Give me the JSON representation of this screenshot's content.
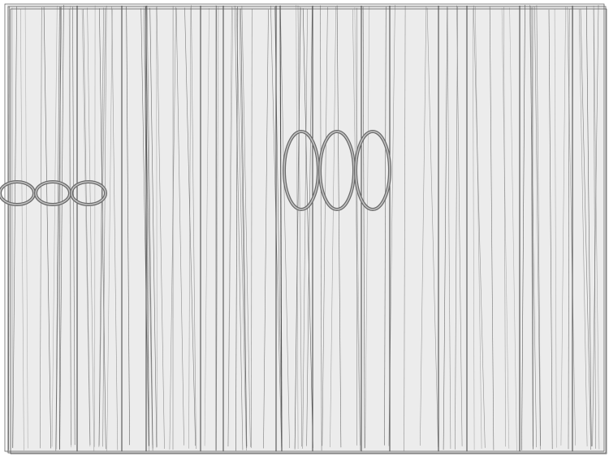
{
  "colors": {
    "background": "#ffffff",
    "panel_fill": "#ececec",
    "edge_stroke": "#505050",
    "ring_stroke": "#6a6a6a"
  },
  "shapes": {
    "frame_count": 3,
    "vertical_line_count": 110,
    "small_ring_count": 3,
    "large_ring_count": 3
  }
}
